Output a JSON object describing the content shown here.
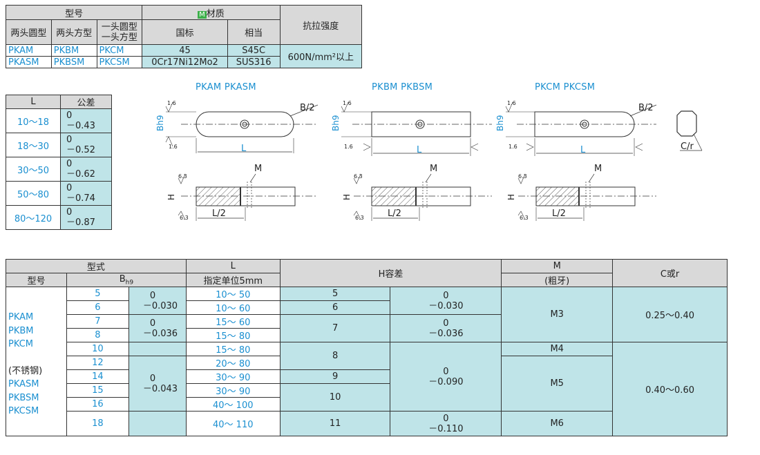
{
  "material_table": {
    "h_model": "型号",
    "h_material_badge": "M",
    "h_material": "材质",
    "h_strength": "抗拉强度",
    "h_round": "两头圆型",
    "h_square": "两头方型",
    "h_one_round": "一头圆型",
    "h_one_square": "一头方型",
    "h_gb": "国标",
    "h_equiv": "相当",
    "rows": [
      {
        "round": "PKAM",
        "square": "PKBM",
        "one": "PKCM",
        "gb": "45",
        "equiv": "S45C"
      },
      {
        "round": "PKASM",
        "square": "PKBSM",
        "one": "PKCSM",
        "gb": "0Cr17Ni12Mo2",
        "equiv": "SUS316"
      }
    ],
    "strength": "600N/mm²以上"
  },
  "tolerance_table": {
    "h_l": "L",
    "h_tol": "公差",
    "rows": [
      {
        "l": "10～18",
        "upper": "0",
        "lower": "－0.43"
      },
      {
        "l": "18～30",
        "upper": "0",
        "lower": "－0.52"
      },
      {
        "l": "30～50",
        "upper": "0",
        "lower": "－0.62"
      },
      {
        "l": "50～80",
        "upper": "0",
        "lower": "－0.74"
      },
      {
        "l": "80～120",
        "upper": "0",
        "lower": "－0.87"
      }
    ]
  },
  "drawings": {
    "title_a": "PKAM PKASM",
    "title_b": "PKBM PKBSM",
    "title_c": "PKCM PKCSM",
    "b2": "B/2",
    "l": "L",
    "bh9": "Bh9",
    "r16": "1.6",
    "r63": "6.3",
    "m": "M",
    "h": "H",
    "l2": "L/2",
    "cr": "C/r"
  },
  "spec_table": {
    "h_type": "型式",
    "h_model": "型号",
    "h_b": "B",
    "h_b_sub": "h9",
    "h_l": "L",
    "h_l_sub": "指定单位5mm",
    "h_h": "H容差",
    "h_m": "M",
    "h_m_sub": "(粗牙)",
    "h_c": "C或r",
    "models": [
      "PKAM",
      "PKBM",
      "PKCM",
      "",
      "(不锈钢)",
      "PKASM",
      "PKBSM",
      "PKCSM"
    ],
    "rows": [
      {
        "b": "5",
        "l": "10～ 50",
        "h": "5"
      },
      {
        "b": "6",
        "l": "10～ 60",
        "h": "6"
      },
      {
        "b": "7",
        "l": "15～ 60",
        "h": "7"
      },
      {
        "b": "8",
        "l": "15～ 80"
      },
      {
        "b": "10",
        "l": "15～ 80",
        "h": "8"
      },
      {
        "b": "12",
        "l": "20～ 80"
      },
      {
        "b": "14",
        "l": "30～ 90",
        "h": "9"
      },
      {
        "b": "15",
        "l": "30～ 90",
        "h": "10"
      },
      {
        "b": "16",
        "l": "40～ 100"
      },
      {
        "b": "18",
        "l": "40～ 110",
        "h": "11"
      }
    ],
    "btol": [
      {
        "u": "0",
        "l": "－0.030"
      },
      {
        "u": "0",
        "l": "－0.036"
      },
      {
        "u": "0",
        "l": "－0.043"
      }
    ],
    "htol": [
      {
        "u": "0",
        "l": "－0.030"
      },
      {
        "u": "0",
        "l": "－0.036"
      },
      {
        "u": "0",
        "l": "－0.090"
      },
      {
        "u": "0",
        "l": "－0.110"
      }
    ],
    "m": [
      "M3",
      "M4",
      "M5",
      "M6"
    ],
    "c": [
      "0.25～0.40",
      "0.40～0.60"
    ]
  }
}
